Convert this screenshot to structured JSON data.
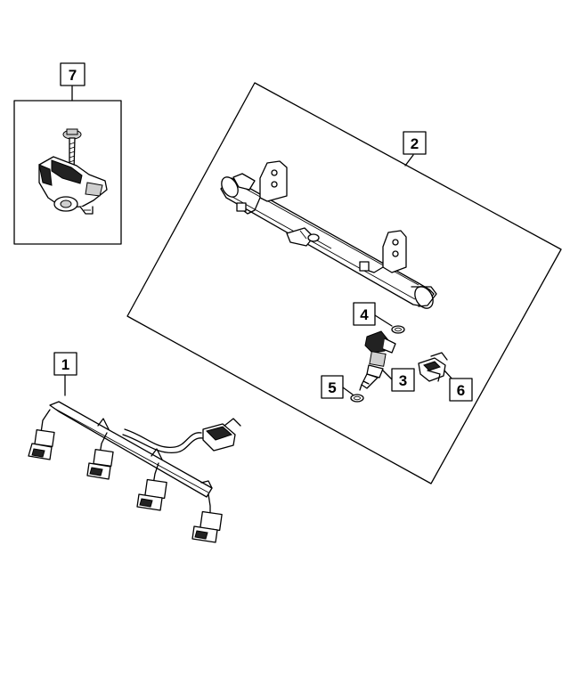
{
  "callouts": {
    "harness": "1",
    "fuel_rail": "2",
    "injector": "3",
    "upper_seal": "4",
    "lower_seal": "5",
    "clip": "6",
    "sensor": "7"
  }
}
